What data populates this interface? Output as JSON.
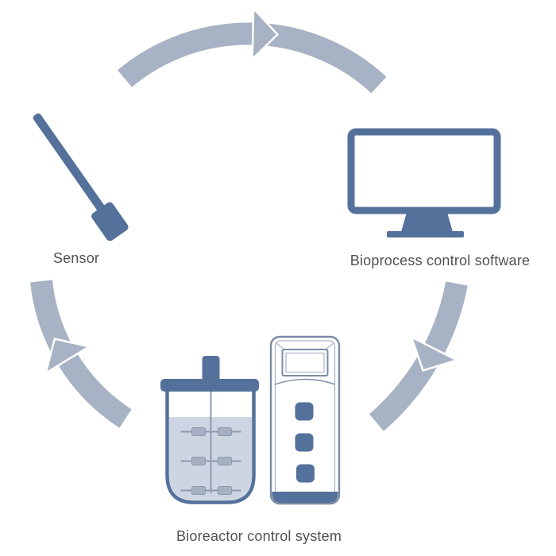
{
  "diagram": {
    "type": "cycle",
    "nodes": [
      {
        "id": "sensor",
        "label": "Sensor",
        "icon": "sensor-probe-icon"
      },
      {
        "id": "bioprocess-control-software",
        "label": "Bioprocess control software",
        "icon": "monitor-icon"
      },
      {
        "id": "bioreactor-control-system",
        "label": "Bioreactor control system",
        "icon": "bioreactor-vessel-and-controller-icon"
      }
    ],
    "edges": [
      {
        "from": "sensor",
        "to": "bioprocess-control-software",
        "style": "curved-arrow-clockwise"
      },
      {
        "from": "bioprocess-control-software",
        "to": "bioreactor-control-system",
        "style": "curved-arrow-clockwise"
      },
      {
        "from": "bioreactor-control-system",
        "to": "sensor",
        "style": "curved-arrow-clockwise"
      }
    ]
  },
  "colors": {
    "background": "#ffffff",
    "device_blue": "#54719b",
    "arrow_gray_blue": "#a7b2c4",
    "outline_slate": "#7b8ba4",
    "outline_light": "#aab4c4",
    "liquid_fill": "#ced5e2",
    "impeller_gray": "#a5b0c2",
    "impeller_line": "#8d99ad",
    "text_color": "#4e5256"
  }
}
